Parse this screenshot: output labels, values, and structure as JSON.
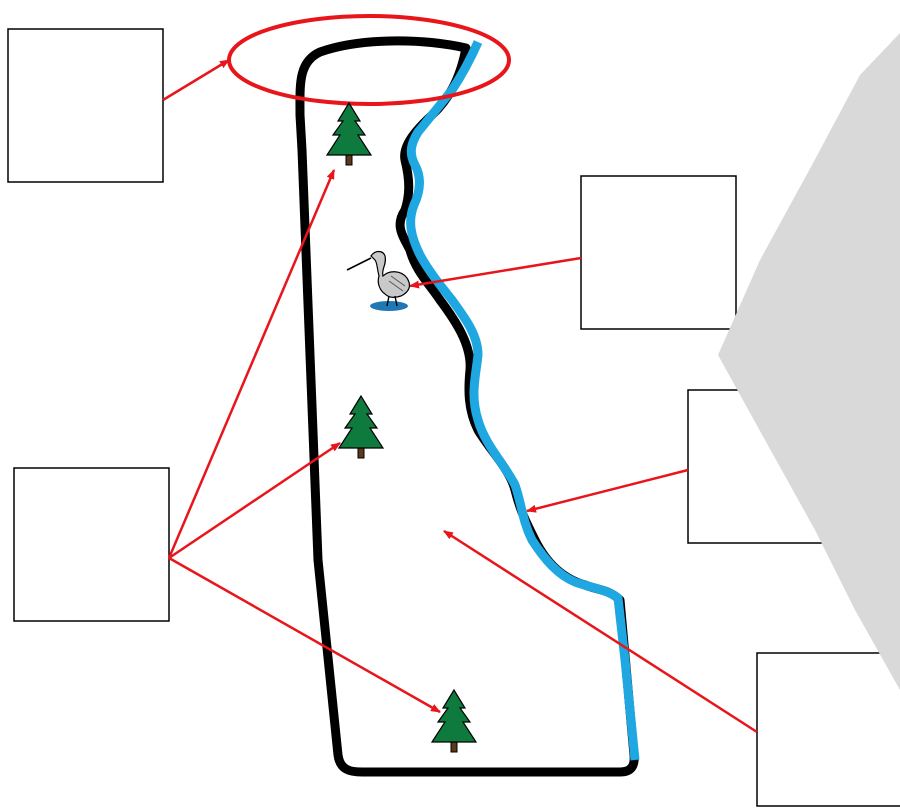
{
  "diagram": {
    "label_boxes": [
      {
        "name": "top-left-box",
        "text": ""
      },
      {
        "name": "upper-right-box",
        "text": ""
      },
      {
        "name": "left-box",
        "text": ""
      },
      {
        "name": "middle-right-box",
        "text": ""
      },
      {
        "name": "lower-right-box",
        "text": ""
      }
    ],
    "colors": {
      "outline": "#000000",
      "river": "#1fa7e1",
      "arrow": "#e8151b",
      "tree": "#0e7a3d",
      "overlay": "#d9d9d9"
    },
    "icons": [
      "pine-tree-icon",
      "heron-icon",
      "pine-tree-icon",
      "pine-tree-icon"
    ]
  }
}
